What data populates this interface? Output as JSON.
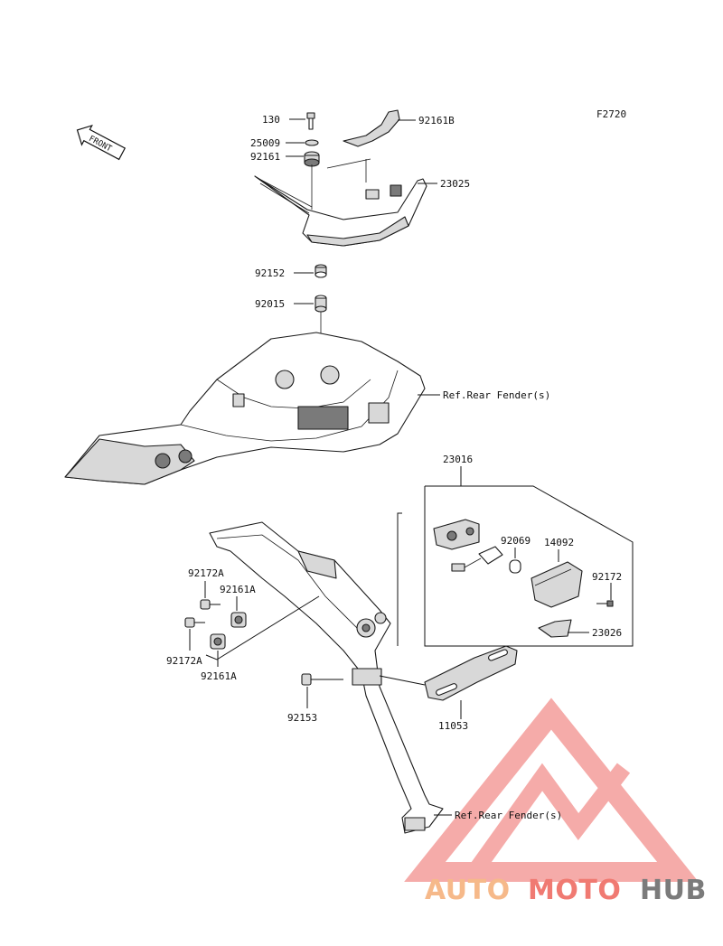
{
  "figure_code": "F2720",
  "front_arrow_label": "FRONT",
  "labels": {
    "p130": "130",
    "p25009": "25009",
    "p92161": "92161",
    "p92161b": "92161B",
    "p23025": "23025",
    "p92152": "92152",
    "p92015": "92015",
    "ref_top": "Ref.Rear Fender(s)",
    "p23016": "23016",
    "p92069": "92069",
    "p14092": "14092",
    "p92172": "92172",
    "p23026": "23026",
    "p92172a_top": "92172A",
    "p92161a_top": "92161A",
    "p92172a_bottom": "92172A",
    "p92161a_bottom": "92161A",
    "p92153": "92153",
    "p11053": "11053",
    "ref_bottom": "Ref.Rear Fender(s)"
  },
  "watermark": {
    "part1": "AUTO",
    "part2": "MOTO",
    "part3": "HUB",
    "color_orange": "#f6b98a",
    "color_red": "#f07a72",
    "color_gray": "#7b7b7b"
  }
}
